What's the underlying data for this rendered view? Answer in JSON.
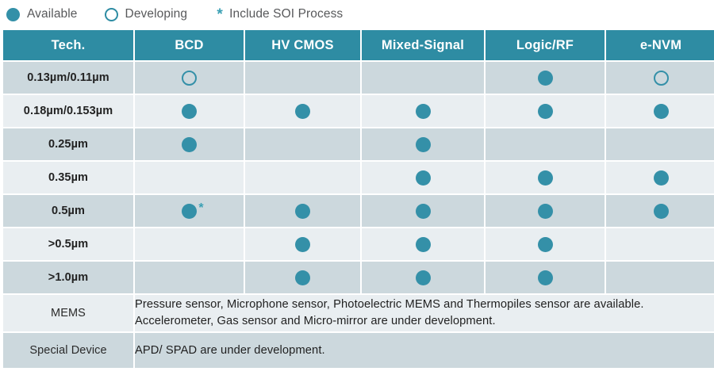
{
  "legend": {
    "items": [
      {
        "marker": "filled-circle-icon",
        "label": "Available"
      },
      {
        "marker": "open-circle-icon",
        "label": "Developing"
      },
      {
        "marker": "asterisk-icon",
        "symbol": "*",
        "label": "Include SOI Process"
      }
    ]
  },
  "colors": {
    "header_teal": "#2e8ca3",
    "marker_teal": "#3490a8",
    "row_odd": "#ccd8dd",
    "row_even": "#e9eef1",
    "legend_text": "#58595b",
    "header_text": "#ffffff"
  },
  "table": {
    "columns": [
      "Tech.",
      "BCD",
      "HV CMOS",
      "Mixed-Signal",
      "Logic/RF",
      "e-NVM"
    ],
    "rows": [
      {
        "label": "0.13µm/0.11µm",
        "cells": [
          "open",
          "none",
          "none",
          "filled",
          "open"
        ]
      },
      {
        "label": "0.18µm/0.153µm",
        "cells": [
          "filled",
          "filled",
          "filled",
          "filled",
          "filled"
        ]
      },
      {
        "label": "0.25µm",
        "cells": [
          "filled",
          "none",
          "filled",
          "none",
          "none"
        ]
      },
      {
        "label": "0.35µm",
        "cells": [
          "none",
          "none",
          "filled",
          "filled",
          "filled"
        ]
      },
      {
        "label": "0.5µm",
        "cells": [
          "filled-star",
          "filled",
          "filled",
          "filled",
          "filled"
        ],
        "star_symbol": "*"
      },
      {
        "label": ">0.5µm",
        "cells": [
          "none",
          "filled",
          "filled",
          "filled",
          "none"
        ]
      },
      {
        "label": ">1.0µm",
        "cells": [
          "none",
          "filled",
          "filled",
          "filled",
          "none"
        ]
      }
    ],
    "note_rows": [
      {
        "label": "MEMS",
        "text": "Pressure sensor, Microphone sensor, Photoelectric MEMS and Thermopiles sensor are available.\nAccelerometer, Gas sensor and Micro-mirror are under development."
      },
      {
        "label": "Special Device",
        "text": "APD/ SPAD are under development."
      }
    ]
  }
}
